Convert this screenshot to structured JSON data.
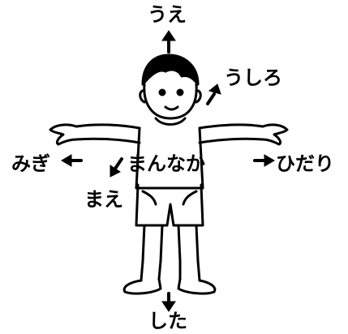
{
  "labels": {
    "up": "うえ",
    "back": "うしろ",
    "migi": "みぎ",
    "center": "まんなか",
    "hidari": "ひだり",
    "front": "まえ",
    "down": "した"
  },
  "colors": {
    "ink": "#000000",
    "paper": "#ffffff"
  }
}
